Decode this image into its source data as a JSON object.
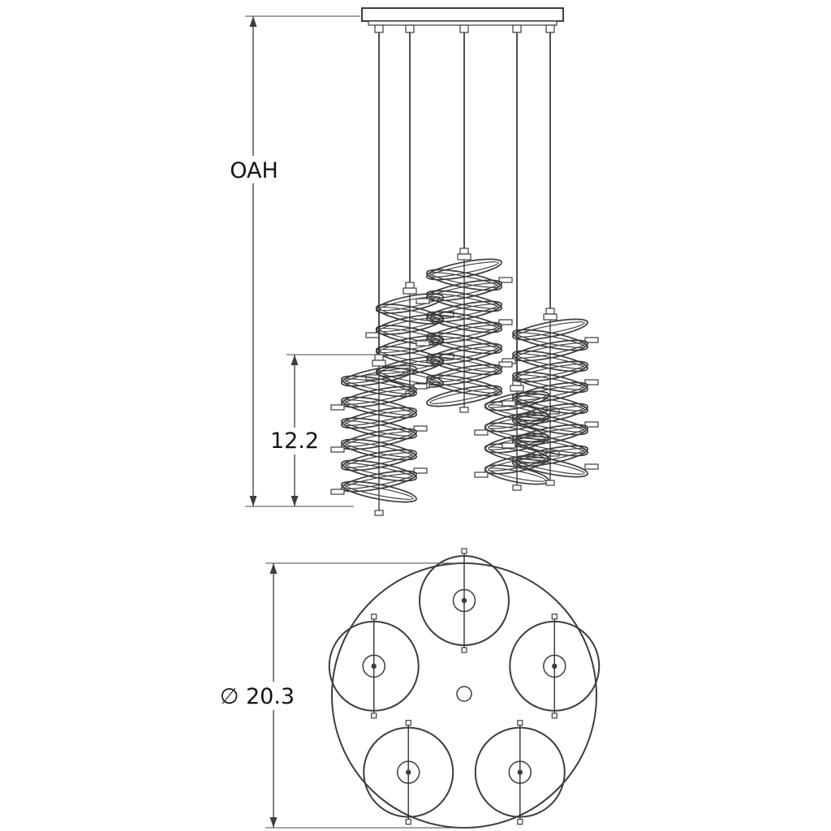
{
  "drawing": {
    "type": "pendant-chandelier-dimension-drawing",
    "dimension_labels": {
      "overall_height": "OAH",
      "pendant_length": "12.2",
      "diameter": "∅ 20.3"
    },
    "colors": {
      "line": "#3d3d3d",
      "dimension": "#4a4a4a",
      "text": "#141414",
      "background": "#ffffff"
    }
  }
}
